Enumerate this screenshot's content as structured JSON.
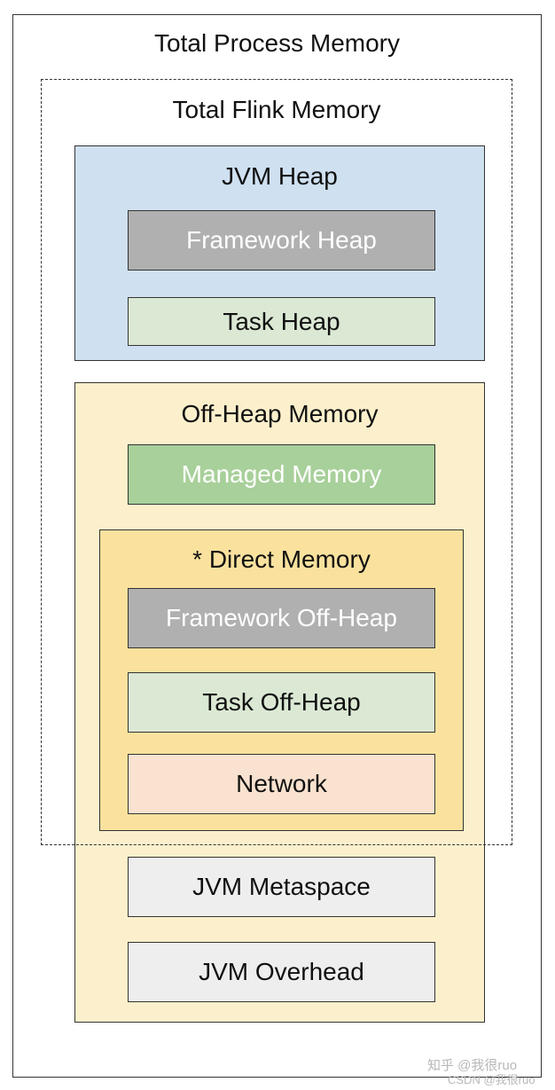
{
  "diagram": {
    "total_process": "Total Process Memory",
    "total_flink": "Total Flink Memory",
    "jvm_heap": {
      "title": "JVM Heap",
      "framework_heap": "Framework Heap",
      "task_heap": "Task Heap"
    },
    "off_heap": {
      "title": "Off-Heap Memory",
      "managed": "Managed Memory",
      "direct": {
        "title": "* Direct Memory",
        "framework_off_heap": "Framework Off-Heap",
        "task_off_heap": "Task Off-Heap",
        "network": "Network"
      },
      "metaspace": "JVM Metaspace",
      "overhead": "JVM Overhead"
    }
  },
  "colors": {
    "jvm_heap_bg": "#cfe0f0",
    "off_heap_bg": "#fcf0cc",
    "direct_bg": "#fae29e",
    "framework_bg": "#b0b0b0",
    "task_bg": "#dbe9d4",
    "managed_bg": "#a8d09a",
    "network_bg": "#f9e2cf",
    "jvm_misc_bg": "#eeeeee"
  },
  "watermark": {
    "line1": "知乎 @我很ruo",
    "line2": "CSDN @我很ruo"
  }
}
